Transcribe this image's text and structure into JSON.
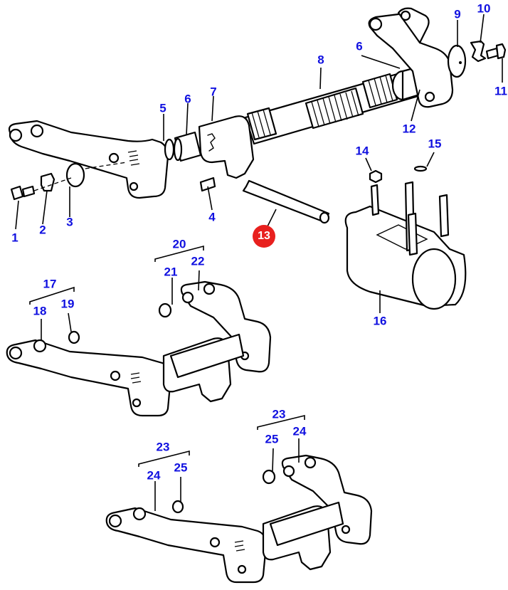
{
  "diagram": {
    "title": "Exploded parts diagram - shift arm, shaft and fork assembly",
    "label_color": "#1010e0",
    "highlight_color": "#e8201e",
    "highlighted_part": "13",
    "callouts": [
      {
        "id": "1",
        "label": "1"
      },
      {
        "id": "2",
        "label": "2"
      },
      {
        "id": "3",
        "label": "3"
      },
      {
        "id": "4",
        "label": "4"
      },
      {
        "id": "5",
        "label": "5"
      },
      {
        "id": "6a",
        "label": "6"
      },
      {
        "id": "6b",
        "label": "6"
      },
      {
        "id": "7",
        "label": "7"
      },
      {
        "id": "8",
        "label": "8"
      },
      {
        "id": "9",
        "label": "9"
      },
      {
        "id": "10",
        "label": "10"
      },
      {
        "id": "11",
        "label": "11"
      },
      {
        "id": "12",
        "label": "12"
      },
      {
        "id": "13",
        "label": "13"
      },
      {
        "id": "14",
        "label": "14"
      },
      {
        "id": "15",
        "label": "15"
      },
      {
        "id": "16",
        "label": "16"
      },
      {
        "id": "17",
        "label": "17"
      },
      {
        "id": "18",
        "label": "18"
      },
      {
        "id": "19",
        "label": "19"
      },
      {
        "id": "20",
        "label": "20"
      },
      {
        "id": "21",
        "label": "21"
      },
      {
        "id": "22",
        "label": "22"
      },
      {
        "id": "23a",
        "label": "23"
      },
      {
        "id": "24a",
        "label": "24"
      },
      {
        "id": "25a",
        "label": "25"
      },
      {
        "id": "23b",
        "label": "23"
      },
      {
        "id": "24b",
        "label": "24"
      },
      {
        "id": "25b",
        "label": "25"
      }
    ]
  }
}
